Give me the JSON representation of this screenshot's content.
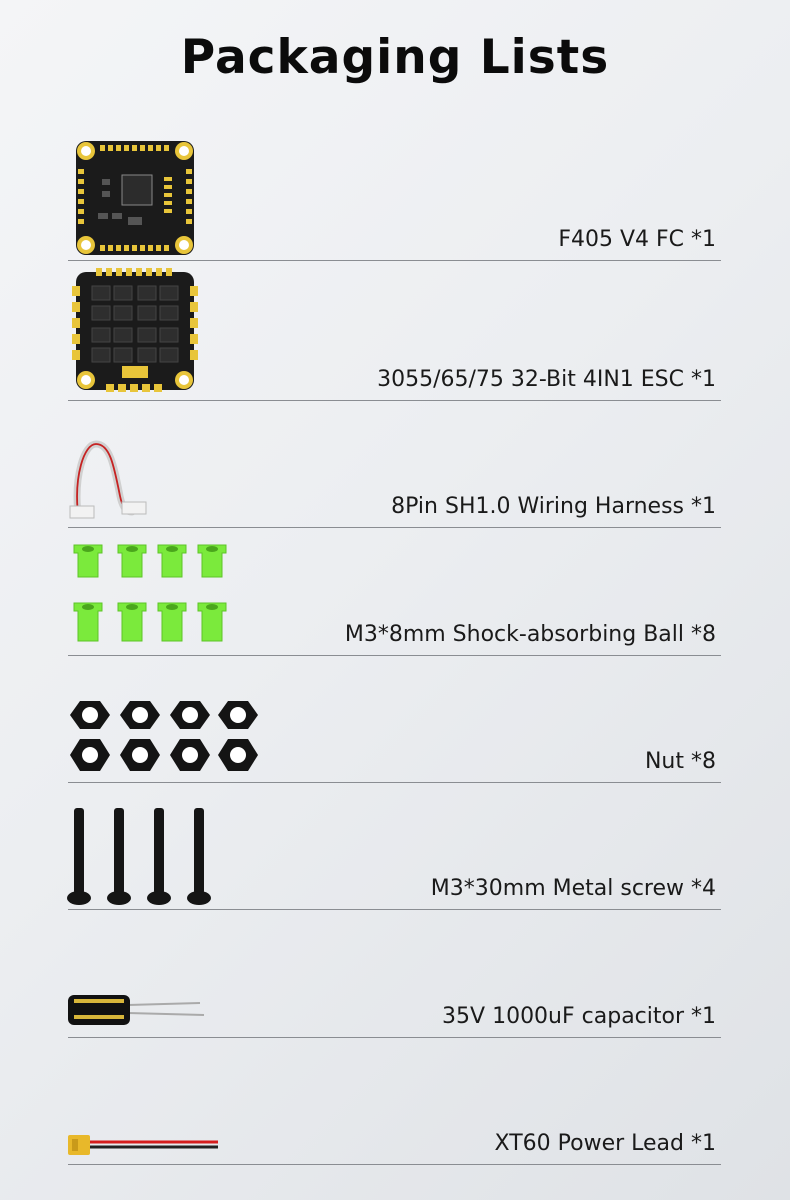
{
  "page": {
    "title": "Packaging Lists"
  },
  "items": [
    {
      "label": "F405 V4 FC *1",
      "icon": "flight-controller-board-icon"
    },
    {
      "label": "3055/65/75 32-Bit 4IN1  ESC *1",
      "icon": "esc-board-icon"
    },
    {
      "label": "8Pin SH1.0 Wiring Harness *1",
      "icon": "wiring-harness-icon"
    },
    {
      "label": "M3*8mm Shock-absorbing Ball *8",
      "icon": "shock-ball-icon"
    },
    {
      "label": "Nut *8",
      "icon": "nut-icon"
    },
    {
      "label": "M3*30mm Metal screw *4",
      "icon": "screw-icon"
    },
    {
      "label": "35V 1000uF  capacitor *1",
      "icon": "capacitor-icon"
    },
    {
      "label": "XT60 Power Lead *1",
      "icon": "power-lead-icon"
    }
  ],
  "colors": {
    "board": "#1b1b1b",
    "pad_gold": "#e8c53a",
    "silicone_green": "#7bea3c",
    "lead_red": "#d51d1d"
  }
}
